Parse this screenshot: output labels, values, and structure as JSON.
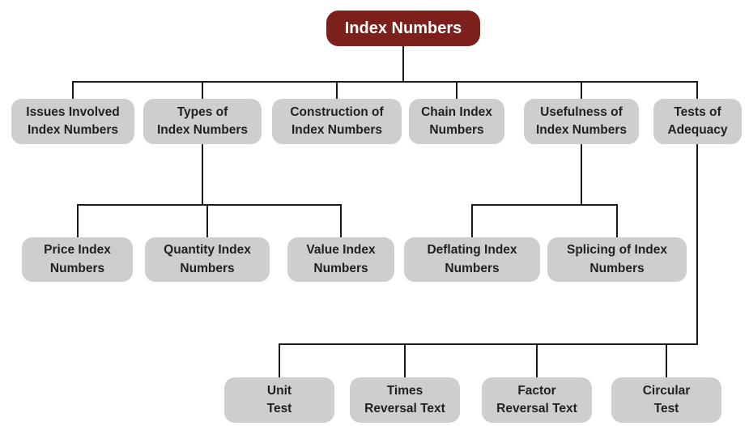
{
  "title": "Index Numbers concept map",
  "colors": {
    "root_bg": "#7d1f1b",
    "root_text": "#ffffff",
    "node_bg": "#cfcecd",
    "node_text": "#231f20",
    "line": "#1a1a1a",
    "background": "#ffffff"
  },
  "root": {
    "label": "Index Numbers"
  },
  "level2": [
    {
      "line1": "Issues Involved",
      "line2": "Index Numbers"
    },
    {
      "line1": "Types of",
      "line2": "Index Numbers"
    },
    {
      "line1": "Construction of",
      "line2": "Index Numbers"
    },
    {
      "line1": "Chain Index",
      "line2": "Numbers"
    },
    {
      "line1": "Usefulness of",
      "line2": "Index Numbers"
    },
    {
      "line1": "Tests of",
      "line2": "Adequacy"
    }
  ],
  "types_children": [
    {
      "line1": "Price Index",
      "line2": "Numbers"
    },
    {
      "line1": "Quantity Index",
      "line2": "Numbers"
    },
    {
      "line1": "Value Index",
      "line2": "Numbers"
    }
  ],
  "usefulness_children": [
    {
      "line1": "Deflating Index",
      "line2": "Numbers"
    },
    {
      "line1": "Splicing of Index",
      "line2": "Numbers"
    }
  ],
  "tests_children": [
    {
      "line1": "Unit",
      "line2": "Test"
    },
    {
      "line1": "Times",
      "line2": "Reversal Text"
    },
    {
      "line1": "Factor",
      "line2": "Reversal Text"
    },
    {
      "line1": "Circular",
      "line2": "Test"
    }
  ]
}
